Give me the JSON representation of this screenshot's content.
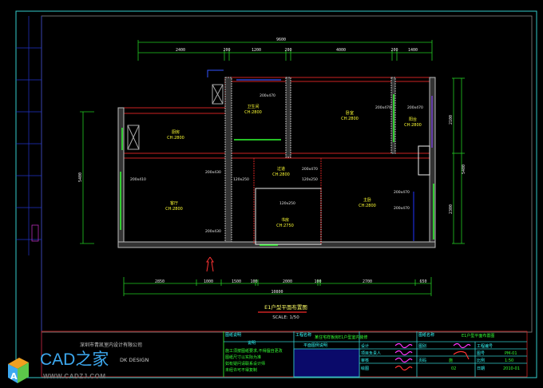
{
  "drawing": {
    "title": "E1户型平面布置图",
    "scale": "SCALE: 1/50",
    "top_total": "9600",
    "top_dims": [
      "2400",
      "200",
      "1200",
      "200",
      "4000",
      "200",
      "1400"
    ],
    "bottom_total": "10800",
    "bottom_dims": [
      "2850",
      "1000",
      "1500",
      "100",
      "2000",
      "100",
      "2700",
      "650"
    ],
    "left_dim": "5400",
    "right_dims": [
      "2100",
      "5400",
      "2300"
    ],
    "rooms": [
      {
        "name": "厨房",
        "ch": "CH:2800"
      },
      {
        "name": "卫生间",
        "ch": "CH:2800"
      },
      {
        "name": "卧室",
        "ch": "CH:2800"
      },
      {
        "name": "阳台",
        "ch": "CH:2800"
      },
      {
        "name": "客厅",
        "ch": "CH:2800"
      },
      {
        "name": "过道",
        "ch": "CH:2800"
      },
      {
        "name": "书房",
        "ch": "CH:2750"
      },
      {
        "name": "主卧",
        "ch": "CH:2800"
      }
    ],
    "tags": [
      "200x470",
      "200x470",
      "200x470",
      "200x410",
      "200x430",
      "200x430",
      "200x470",
      "120x250",
      "120x250",
      "200x470",
      "200x470",
      "120x250"
    ]
  },
  "title_block": {
    "company": "深圳市青凯室内设计有限公司",
    "brand": "DK    DESIGN",
    "notes_header": "图纸说明",
    "notes_title": "说明",
    "notes_lines": [
      "施工须按图纸要求,不得擅自更改",
      "图纸尺寸以实际为准",
      "如有疑问请联系设计师",
      "未经许可不得复制"
    ],
    "project_label": "工程名称",
    "project_name": "某住宅样板房E1户型室内装修",
    "legend_title": "平面图例说明",
    "roles": [
      "设计",
      "项目负责人",
      "审核",
      "绘图"
    ],
    "drawing_label": "图纸名称",
    "drawing_name": "E1户型平面布置图",
    "fields": [
      {
        "label": "工程编号",
        "value": ""
      },
      {
        "label": "图号",
        "value": "PM-01"
      },
      {
        "label": "比例",
        "value": "1:50"
      },
      {
        "label": "日期",
        "value": "2010-01"
      }
    ],
    "sheet_label": "图别",
    "sheet_value": "施",
    "page_label": "页码",
    "page_value": "02"
  },
  "watermark": {
    "text": "CAD之家",
    "url": "WWW.CADZJ.COM"
  }
}
